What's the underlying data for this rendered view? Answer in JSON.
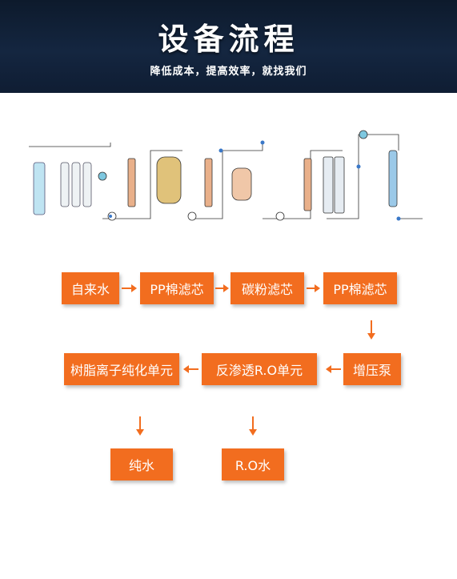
{
  "banner": {
    "title": "设备流程",
    "subtitle": "降低成本，提高效率，就找我们"
  },
  "flow": {
    "row1": [
      "自来水",
      "PP棉滤芯",
      "碳粉滤芯",
      "PP棉滤芯"
    ],
    "row2": [
      "树脂离子纯化单元",
      "反渗透R.O单元",
      "增压泵"
    ],
    "row3": [
      "纯水",
      "R.O水"
    ]
  },
  "colors": {
    "box": "#f26d1f",
    "banner": "#142640",
    "pipe": "#333333"
  }
}
